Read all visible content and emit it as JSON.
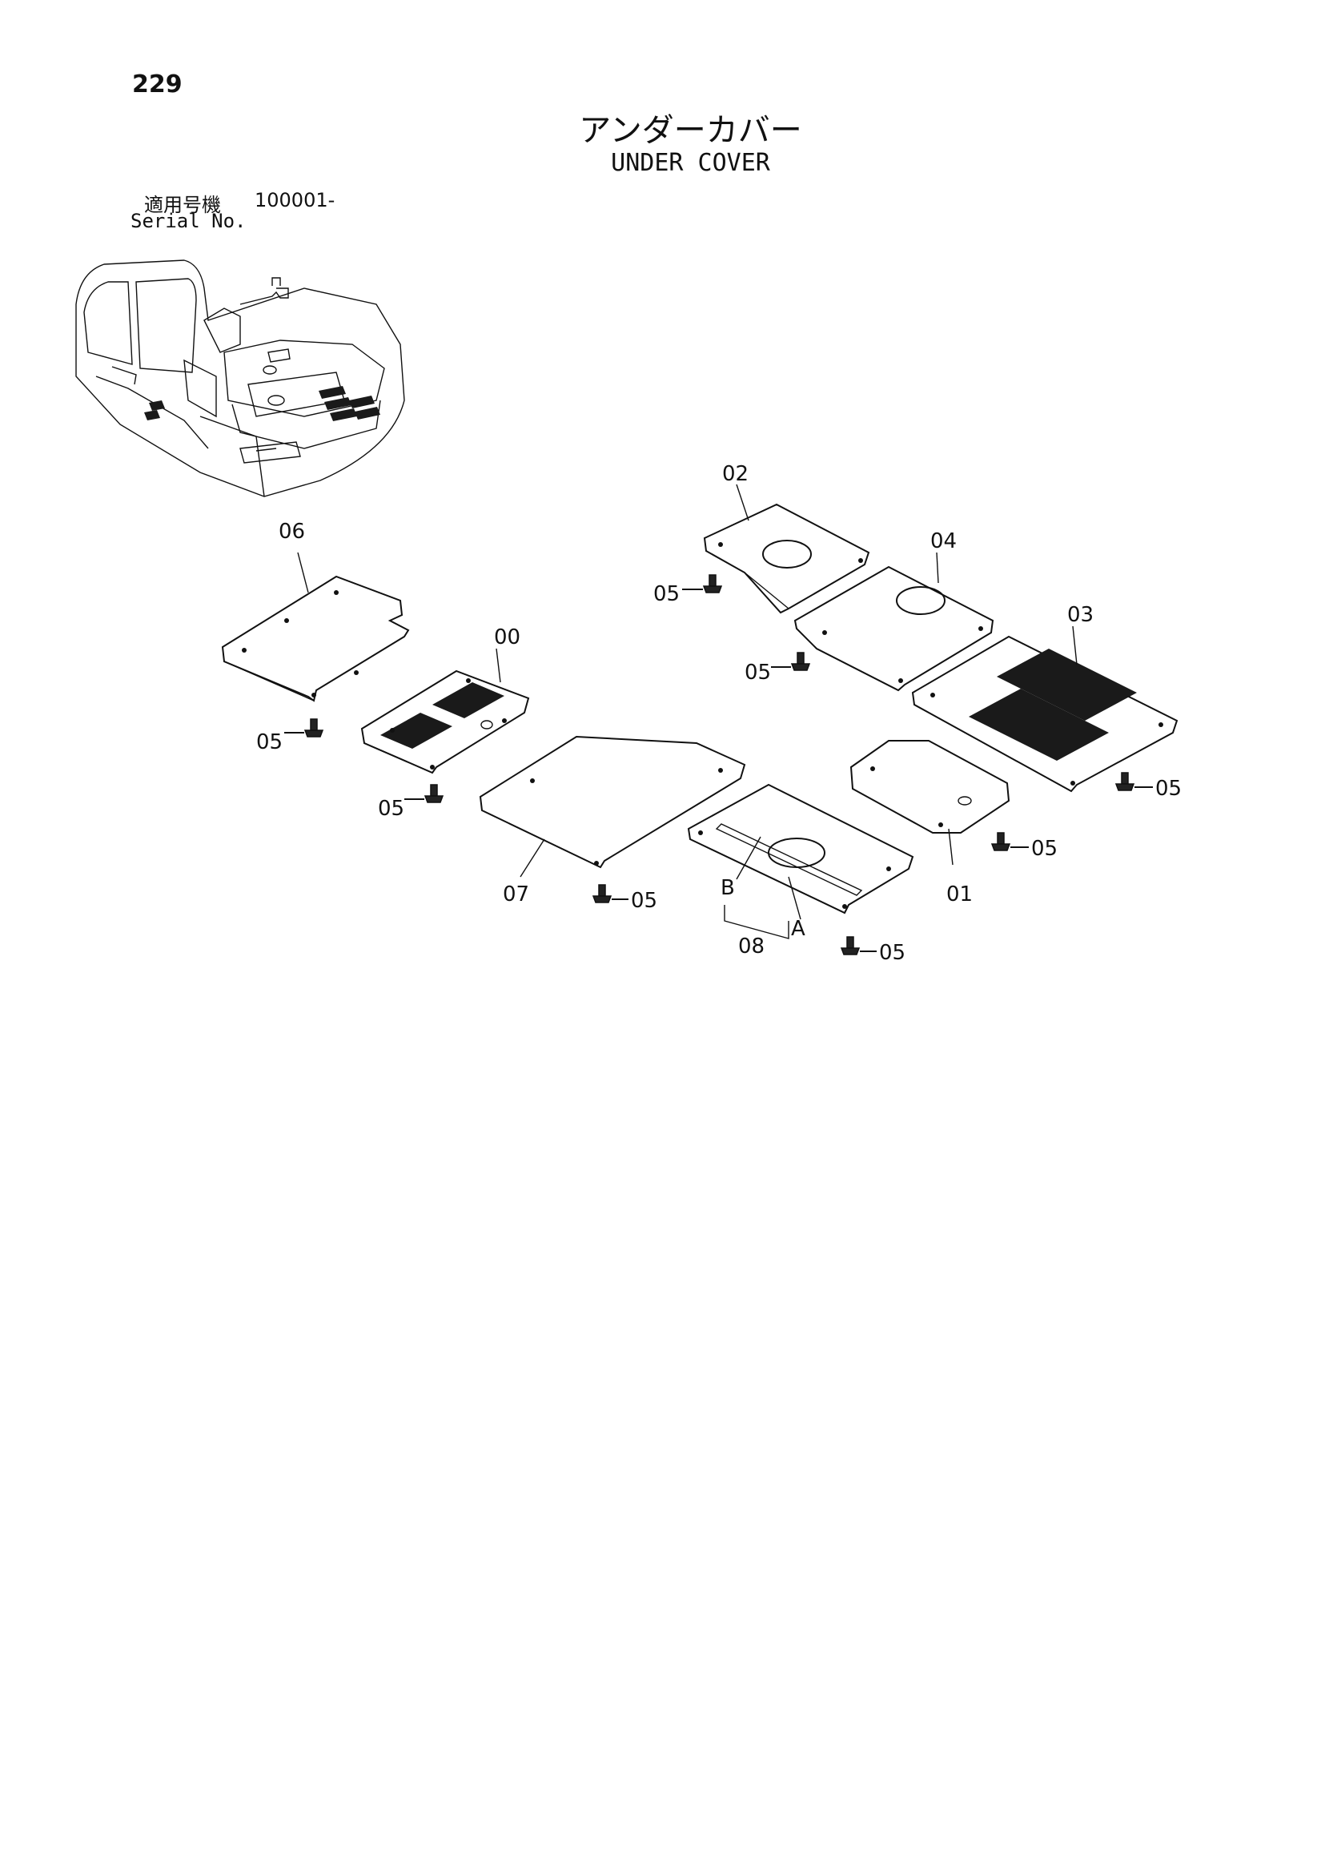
{
  "header": {
    "page_number": "229",
    "title_ja": "アンダーカバー",
    "title_en": "UNDER COVER"
  },
  "serial": {
    "label_ja": "適用号機",
    "label_en": "Serial No.",
    "value": "100001-"
  },
  "callouts": {
    "p00": "00",
    "p01": "01",
    "p02": "02",
    "p03": "03",
    "p04": "04",
    "p05": "05",
    "p06": "06",
    "p07": "07",
    "p08": "08",
    "a": "A",
    "b": "B"
  }
}
